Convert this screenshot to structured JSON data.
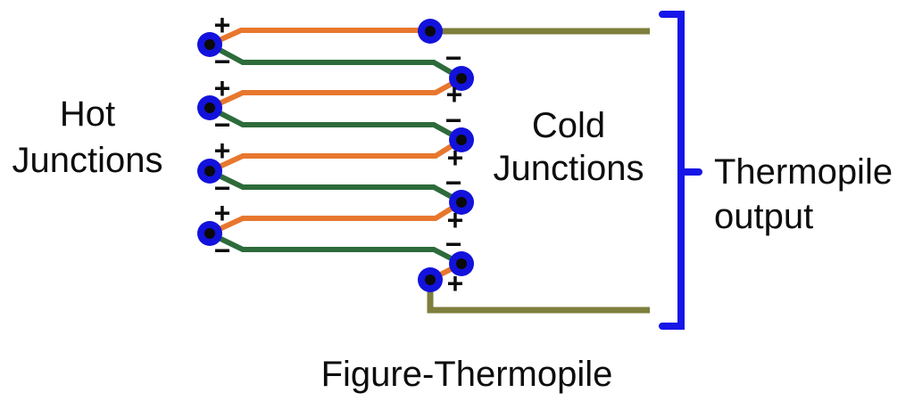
{
  "diagram": {
    "caption": "Figure-Thermopile",
    "left_label": {
      "line1": "Hot",
      "line2": "Junctions"
    },
    "right_label": {
      "line1": "Cold",
      "line2": "Junctions"
    },
    "output_label": {
      "line1": "Thermopile",
      "line2": "output"
    },
    "polarity": {
      "plus": "+",
      "minus": "−"
    },
    "junction_counts": {
      "hot": 4,
      "cold": 4,
      "output_terminals": 2
    },
    "colors": {
      "thermoelement_a_orange": "#E8772E",
      "thermoelement_b_green": "#2D6B3B",
      "output_lead_olive": "#7E7E3D",
      "junction_dot_blue": "#1212DC",
      "junction_dot_core_black": "#0A0A0A",
      "bracket_blue": "#1616E8",
      "text_black": "#0D0D0D",
      "background": "#FFFFFF"
    }
  }
}
